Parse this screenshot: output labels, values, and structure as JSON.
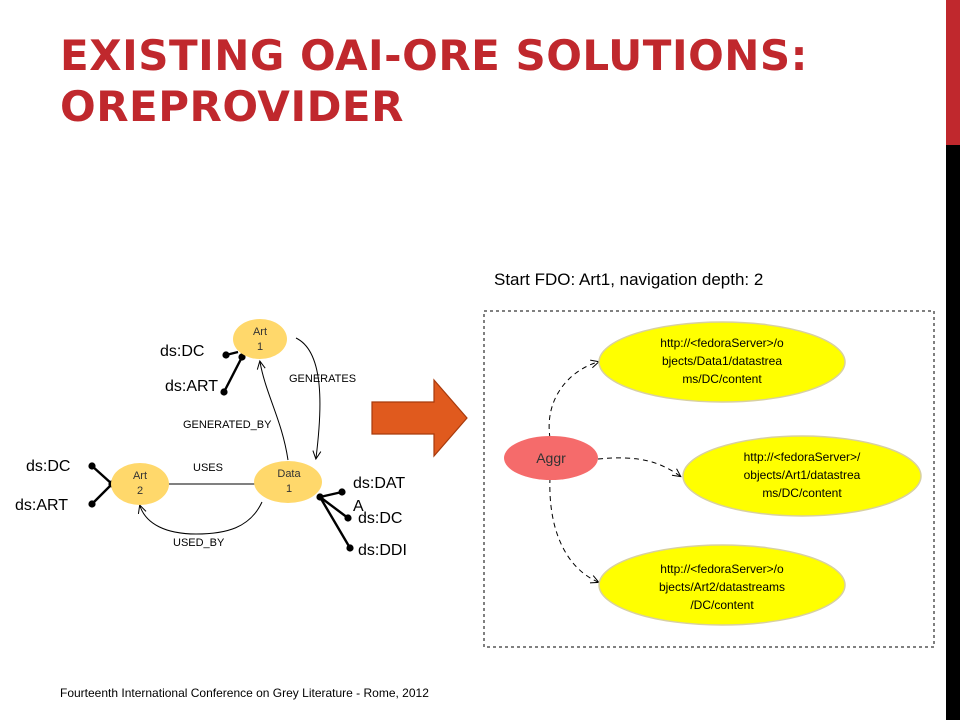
{
  "slide": {
    "title_line1": "EXISTING OAI-ORE SOLUTIONS:",
    "title_line2": "OREPROVIDER",
    "subtitle": "Start FDO: Art1, navigation depth: 2",
    "footer": "Fourteenth International Conference on Grey Literature - Rome, 2012"
  },
  "colors": {
    "accent": "#c0282d",
    "node_fill": "#ffd86b",
    "url_node_fill": "#ffff00",
    "aggr_fill": "#f56b6b",
    "arrow_fill": "#e05a1e"
  },
  "left_graph": {
    "art1": {
      "line1": "Art",
      "line2": "1"
    },
    "art2": {
      "line1": "Art",
      "line2": "2"
    },
    "data1": {
      "line1": "Data",
      "line2": "1"
    },
    "edges": {
      "generates": "GENERATES",
      "generated_by": "GENERATED_BY",
      "uses": "USES",
      "used_by": "USED_BY"
    },
    "art1_ds": [
      "ds:DC",
      "ds:ART"
    ],
    "art2_ds": [
      "ds:DC",
      "ds:ART"
    ],
    "data1_ds": {
      "data_line1": "ds:DAT",
      "data_line2": "A",
      "dc": "ds:DC",
      "ddi": "ds:DDI"
    }
  },
  "right_graph": {
    "aggr": "Aggr",
    "nodes": [
      {
        "lines": [
          "http://<fedoraServer>/o",
          "bjects/Data1/datastrea",
          "ms/DC/content"
        ]
      },
      {
        "lines": [
          "http://<fedoraServer>/",
          "objects/Art1/datastrea",
          "ms/DC/content"
        ]
      },
      {
        "lines": [
          "http://<fedoraServer>/o",
          "bjects/Art2/datastreams",
          "/DC/content"
        ]
      }
    ]
  }
}
